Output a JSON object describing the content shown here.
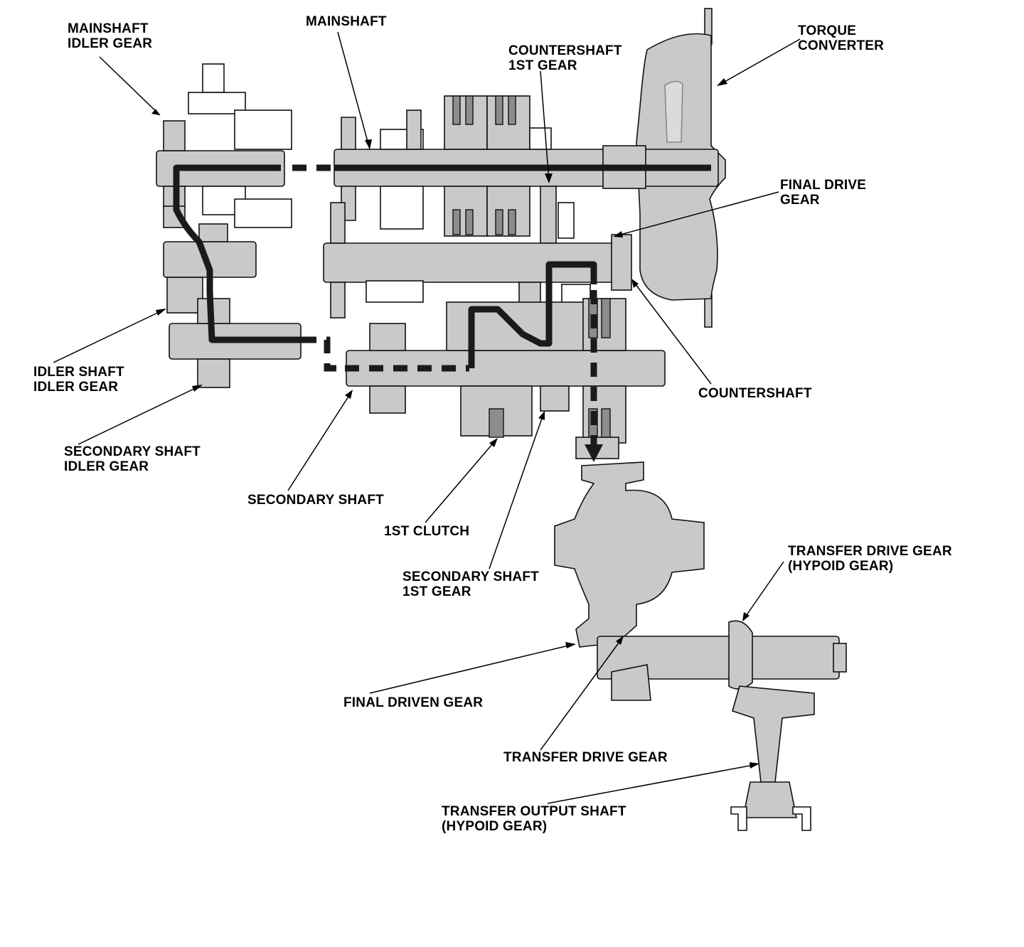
{
  "labels": {
    "mainshaft_idler_gear": [
      "MAINSHAFT",
      "IDLER GEAR"
    ],
    "mainshaft": [
      "MAINSHAFT"
    ],
    "countershaft_1st_gear": [
      "COUNTERSHAFT",
      "1ST GEAR"
    ],
    "torque_converter": [
      "TORQUE",
      "CONVERTER"
    ],
    "final_drive_gear": [
      "FINAL DRIVE",
      "GEAR"
    ],
    "idler_shaft_idler_gear": [
      "IDLER SHAFT",
      "IDLER GEAR"
    ],
    "secondary_shaft_idler_gear": [
      "SECONDARY SHAFT",
      "IDLER GEAR"
    ],
    "countershaft": [
      "COUNTERSHAFT"
    ],
    "secondary_shaft": [
      "SECONDARY SHAFT"
    ],
    "first_clutch": [
      "1ST CLUTCH"
    ],
    "secondary_shaft_1st_gear": [
      "SECONDARY SHAFT",
      "1ST GEAR"
    ],
    "transfer_drive_gear_hypoid": [
      "TRANSFER DRIVE GEAR",
      "(HYPOID GEAR)"
    ],
    "final_driven_gear": [
      "FINAL DRIVEN GEAR"
    ],
    "transfer_drive_gear": [
      "TRANSFER DRIVE GEAR"
    ],
    "transfer_output_shaft": [
      "TRANSFER OUTPUT SHAFT",
      "(HYPOID GEAR)"
    ]
  },
  "colors": {
    "part_fill": "#c9c9c9",
    "part_dark": "#8d8d8d",
    "outline": "#111111",
    "power_flow": "#1a1a1a",
    "background": "#ffffff"
  }
}
